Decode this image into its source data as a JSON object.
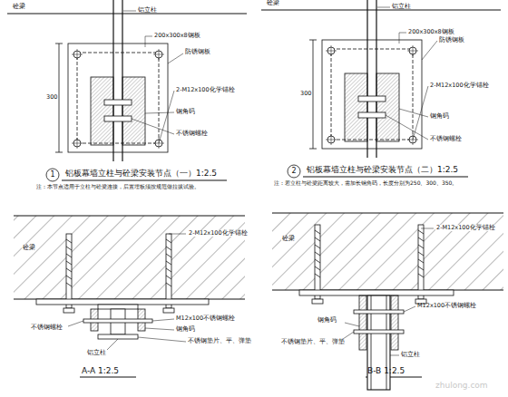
{
  "diagram": {
    "labels": [
      "1",
      "铝板幕墙立柱与砼梁安装节点（一）1:2.5",
      "注：本节点适用于立柱与砼梁连接，后置埋板须按规范做拉拔试验。",
      "2",
      "铝板幕墙立柱与砼梁安装节点（二）1:2.5",
      "注：若立柱与砼梁距离较大，需加长钢角码，长度分别为250、300、350。",
      "A-A 1:2.5",
      "B-B 1:2.5",
      "砼梁",
      "铝立柱",
      "200x300x8钢板",
      "防锈钢板",
      "2-M12x100化学锚栓",
      "钢角码",
      "不锈钢螺栓",
      "砼梁",
      "铝立柱",
      "200x300x8钢板",
      "防锈钢板",
      "2-M12x100化学锚栓",
      "钢角码",
      "不锈钢螺栓",
      "砼梁",
      "2-M12x100化学锚栓",
      "不锈钢螺栓",
      "M12x100不锈钢螺栓",
      "钢角码",
      "不锈钢垫片、平、弹垫",
      "铝立柱",
      "砼梁",
      "2-M12x100化学锚栓",
      "M12x100不锈钢螺栓",
      "钢角码",
      "不锈钢垫片、平、弹垫",
      "铝立柱",
      "300",
      "300",
      "zhulong.com"
    ]
  }
}
